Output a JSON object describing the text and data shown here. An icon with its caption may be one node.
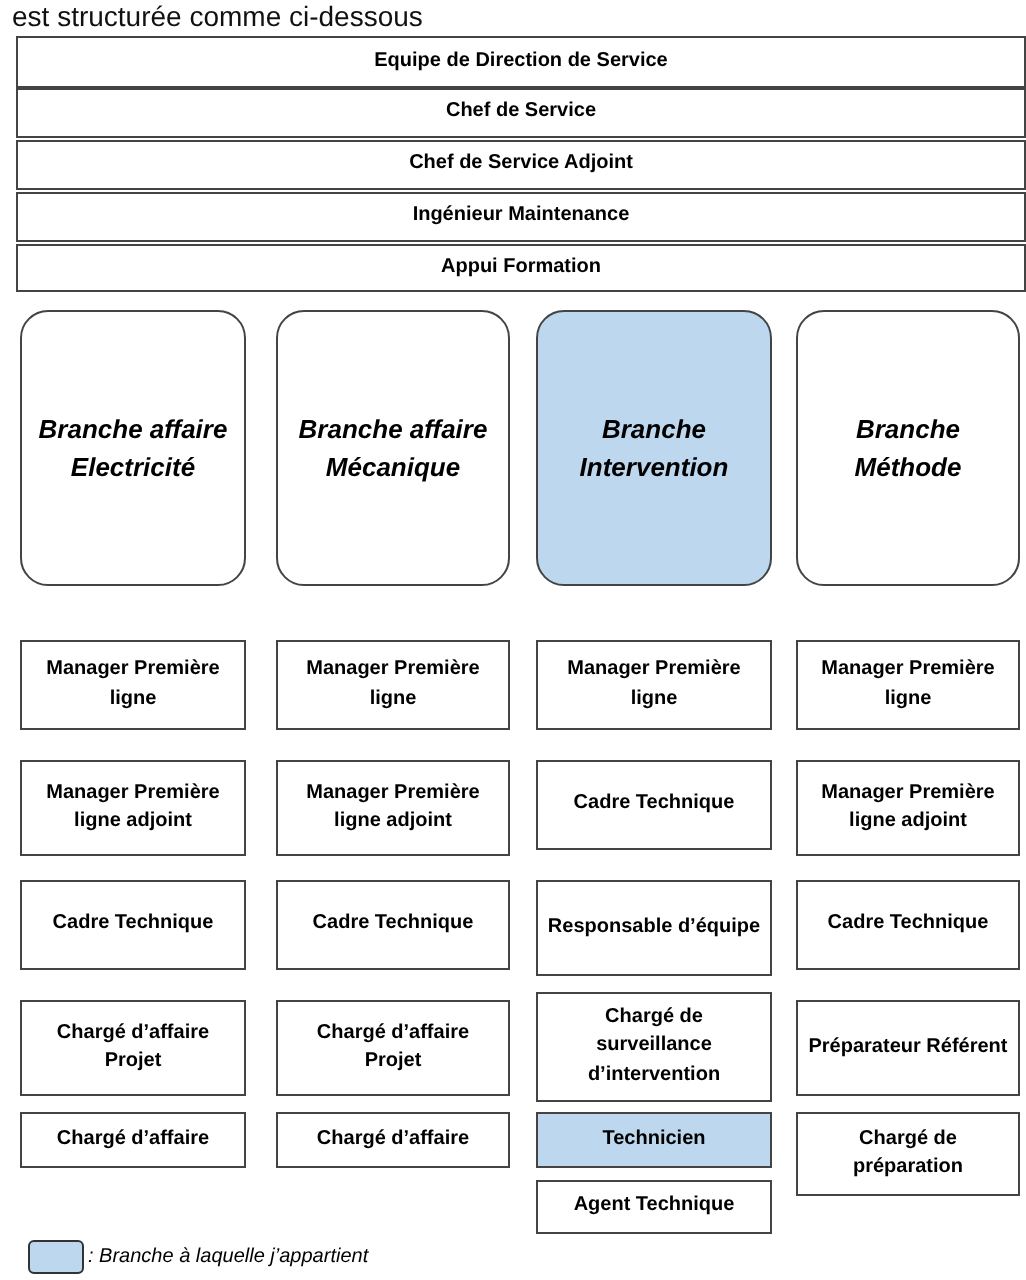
{
  "diagram": {
    "nodes": [
      {
        "text": [
          "Equipe de Direction de Service"
        ]
      },
      {
        "text": [
          "Chef de Service"
        ]
      },
      {
        "text": [
          "Chef de Service Adjoint"
        ]
      },
      {
        "text": [
          "Ingénieur Maintenance"
        ]
      },
      {
        "text": [
          "Appui Formation"
        ]
      },
      {
        "text": [
          "Branche affaire Electricité"
        ]
      },
      {
        "text": [
          "Branche affaire Mécanique"
        ]
      },
      {
        "text": [
          "Branche Intervention"
        ]
      },
      {
        "text": [
          "Branche Méthode"
        ]
      },
      {
        "text": [
          "Manager Première ligne"
        ]
      },
      {
        "text": [
          "Manager Première ligne"
        ]
      },
      {
        "text": [
          "Manager Première ligne"
        ]
      },
      {
        "text": [
          "Manager Première ligne"
        ]
      },
      {
        "text": [
          "Manager Première ligne adjoint"
        ]
      },
      {
        "text": [
          "Manager Première ligne adjoint"
        ]
      },
      {
        "text": [
          "Cadre Technique"
        ]
      },
      {
        "text": [
          "Manager Première ligne adjoint"
        ]
      },
      {
        "text": [
          "Cadre Technique"
        ]
      },
      {
        "text": [
          "Cadre Technique"
        ]
      },
      {
        "text": [
          "Responsable d’équipe"
        ]
      },
      {
        "text": [
          "Cadre Technique"
        ]
      },
      {
        "text": [
          "Chargé d’affaire Projet"
        ]
      },
      {
        "text": [
          "Chargé d’affaire Projet"
        ]
      },
      {
        "text": [
          "Chargé de surveillance d’intervention"
        ]
      },
      {
        "text": [
          "Préparateur Référent"
        ]
      },
      {
        "text": [
          "Chargé d’affaire"
        ]
      },
      {
        "text": [
          "Chargé d’affaire"
        ]
      },
      {
        "text": [
          "Technicien"
        ]
      },
      {
        "text": [
          "Chargé de préparation"
        ]
      },
      {
        "text": [
          "Agent Technique"
        ]
      }
    ],
    "labels": [
      "est structurée comme ci-dessous"
    ],
    "legend": [
      {
        "text": ": Branche à laquelle j’appartient",
        "color": "#bdd7ee"
      }
    ]
  }
}
